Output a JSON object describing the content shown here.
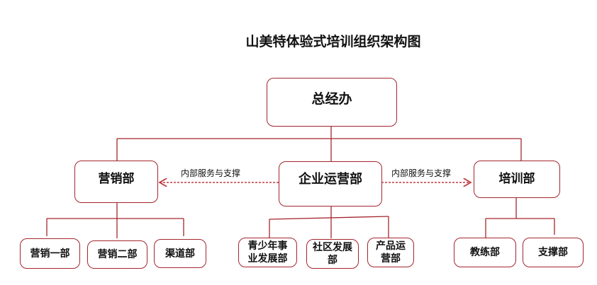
{
  "title": "山美特体验式培训组织架构图",
  "top": {
    "label": "总经办"
  },
  "departments": [
    {
      "label": "营销部",
      "children": [
        "营销一部",
        "营销二部",
        "渠道部"
      ]
    },
    {
      "label": "企业运营部",
      "children": [
        "青少年事业发展部",
        "社区发展部",
        "产品运营部"
      ]
    },
    {
      "label": "培训部",
      "children": [
        "教练部",
        "支撑部"
      ]
    }
  ],
  "relations": [
    {
      "label": "内部服务与支撑",
      "from": "企业运营部",
      "to": "营销部"
    },
    {
      "label": "内部服务与支撑",
      "from": "企业运营部",
      "to": "培训部"
    }
  ],
  "colors": {
    "line": "#a3262e",
    "arrow": "#c0393f"
  }
}
